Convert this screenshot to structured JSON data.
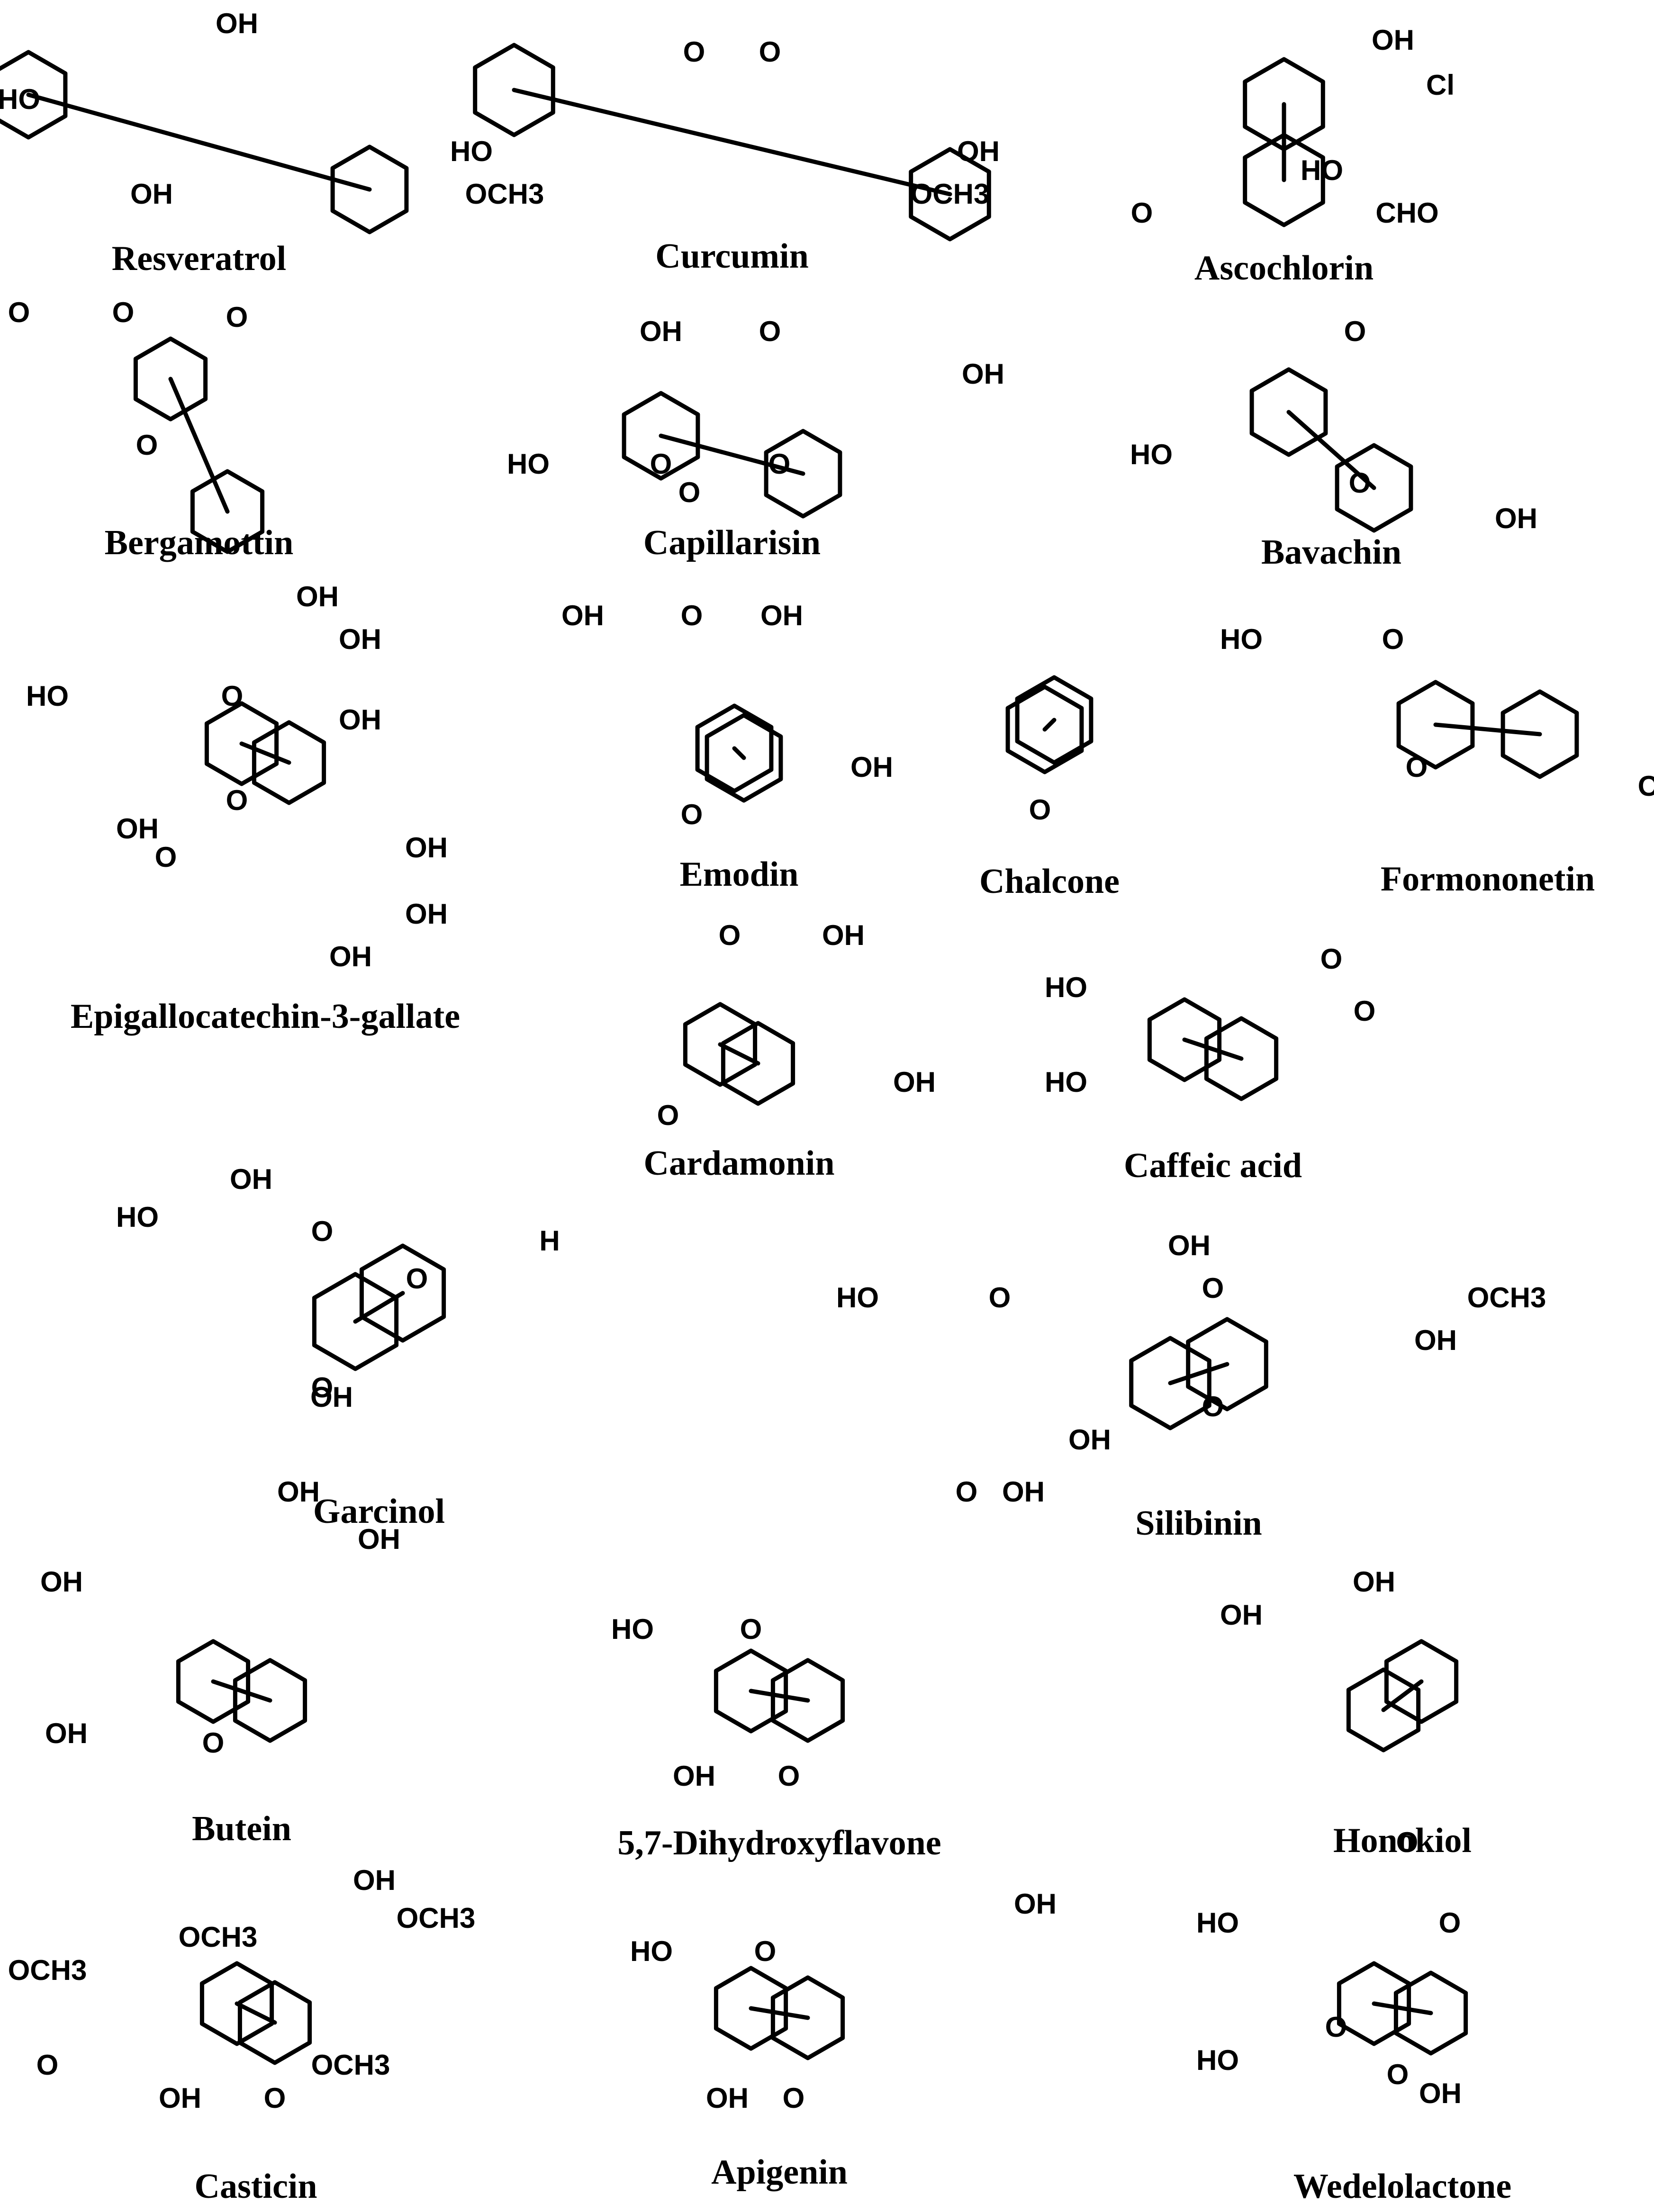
{
  "figure": {
    "compounds": [
      {
        "name": "Resveratrol",
        "atom_labels": [
          "OH",
          "HO",
          "OH"
        ]
      },
      {
        "name": "Curcumin",
        "atom_labels": [
          "O",
          "O",
          "HO",
          "OCH3",
          "OH",
          "OCH3"
        ]
      },
      {
        "name": "Ascochlorin",
        "atom_labels": [
          "OH",
          "Cl",
          "HO",
          "CHO",
          "O"
        ]
      },
      {
        "name": "Bergamottin",
        "atom_labels": [
          "O",
          "O",
          "O",
          "O"
        ]
      },
      {
        "name": "Capillarisin",
        "atom_labels": [
          "OH",
          "O",
          "O",
          "HO",
          "O",
          "O",
          "OH"
        ]
      },
      {
        "name": "Bavachin",
        "atom_labels": [
          "O",
          "HO",
          "O",
          "OH"
        ]
      },
      {
        "name": "Epigallocatechin-3-gallate",
        "atom_labels": [
          "OH",
          "OH",
          "OH",
          "HO",
          "O",
          "O",
          "OH",
          "O",
          "OH",
          "OH",
          "OH"
        ]
      },
      {
        "name": "Emodin",
        "atom_labels": [
          "OH",
          "O",
          "OH",
          "OH",
          "O"
        ]
      },
      {
        "name": "Chalcone",
        "atom_labels": [
          "O"
        ]
      },
      {
        "name": "Formononetin",
        "atom_labels": [
          "HO",
          "O",
          "O",
          "O"
        ]
      },
      {
        "name": "Cardamonin",
        "atom_labels": [
          "O",
          "OH",
          "O",
          "OH"
        ]
      },
      {
        "name": "Caffeic acid",
        "atom_labels": [
          "HO",
          "HO",
          "O",
          "O"
        ]
      },
      {
        "name": "Garcinol",
        "atom_labels": [
          "OH",
          "HO",
          "O",
          "O",
          "H",
          "O",
          "OH"
        ]
      },
      {
        "name": "Silibinin",
        "atom_labels": [
          "OH",
          "O",
          "O",
          "HO",
          "O",
          "OCH3",
          "OH",
          "OH",
          "O",
          "OH"
        ]
      },
      {
        "name": "Butein",
        "atom_labels": [
          "OH",
          "OH",
          "OH",
          "OH",
          "O"
        ]
      },
      {
        "name": "5,7-Dihydroxyflavone",
        "atom_labels": [
          "HO",
          "O",
          "OH",
          "O"
        ]
      },
      {
        "name": "Honokiol",
        "atom_labels": [
          "OH",
          "OH"
        ]
      },
      {
        "name": "Casticin",
        "atom_labels": [
          "OH",
          "OCH3",
          "OCH3",
          "O",
          "OCH3",
          "OCH3",
          "OH",
          "O"
        ]
      },
      {
        "name": "Apigenin",
        "atom_labels": [
          "OH",
          "HO",
          "O",
          "OH",
          "O"
        ]
      },
      {
        "name": "Wedelolactone",
        "atom_labels": [
          "O",
          "HO",
          "O",
          "O",
          "HO",
          "O",
          "OH"
        ]
      }
    ]
  }
}
